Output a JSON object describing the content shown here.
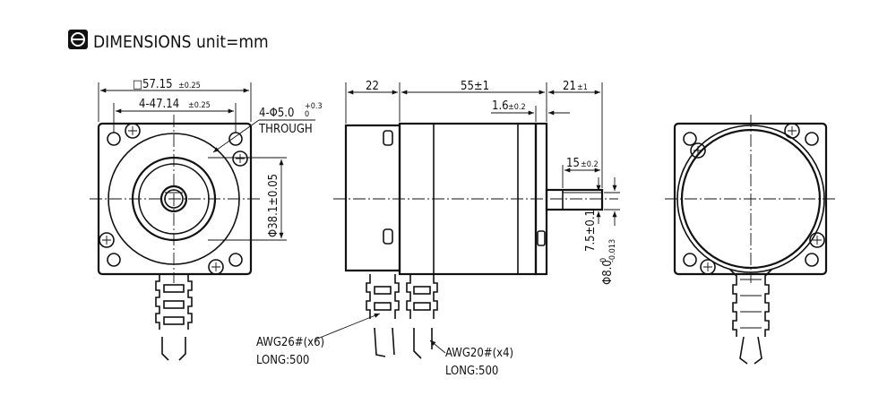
{
  "title": "DIMENSIONS unit=mm",
  "icon": "dimension-logo-icon",
  "front_view": {
    "flange_width": "□57.15",
    "flange_width_tol": "±0.25",
    "hole_spacing": "4-47.14",
    "hole_spacing_tol": "±0.25",
    "mount_holes": "4-Φ5.0",
    "mount_holes_tol_upper": "+0.3",
    "mount_holes_tol_lower": "0",
    "mount_holes_note": "THROUGH",
    "pilot_diameter": "Φ38.1±0.05"
  },
  "side_view": {
    "rear_length": "22",
    "body_length": "55±1",
    "shaft_length": "21",
    "shaft_length_tol": "±1",
    "flange_thickness": "1.6",
    "flange_thickness_tol": "±0.2",
    "flat_length": "15",
    "flat_length_tol": "±0.2",
    "flat_depth": "7.5±0.1",
    "shaft_diameter": "Φ8.0",
    "shaft_diameter_tol_upper": "0",
    "shaft_diameter_tol_lower": "-0.013"
  },
  "cables": {
    "signal_cable": "AWG26#(x6)",
    "signal_length": "LONG:500",
    "power_cable": "AWG20#(x4)",
    "power_length": "LONG:500"
  }
}
